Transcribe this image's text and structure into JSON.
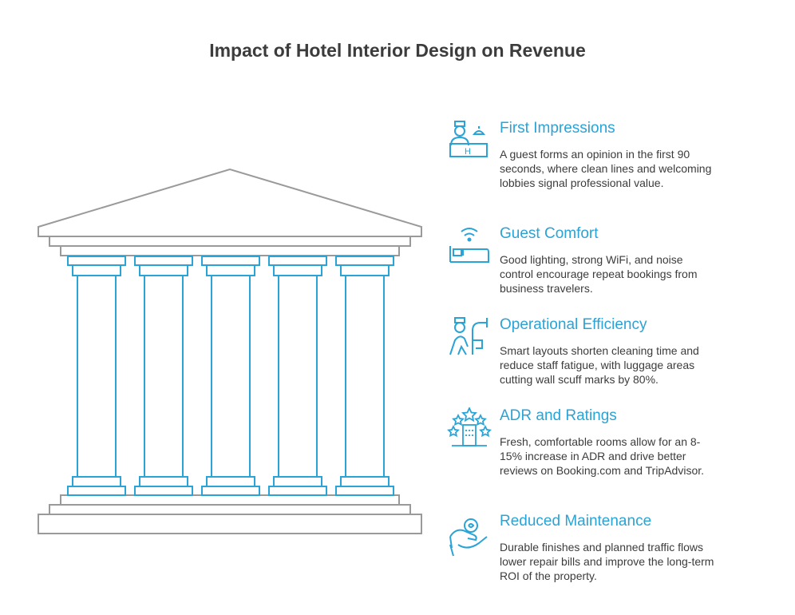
{
  "title": "Impact of Hotel Interior Design on Revenue",
  "colors": {
    "accent": "#2aa3d6",
    "structure": "#9a9a9a",
    "text": "#3c3c3c"
  },
  "items": [
    {
      "heading": "First Impressions",
      "description": "A guest forms an opinion in the first 90 seconds, where clean lines and welcoming lobbies signal professional value.",
      "icon": "hotel-reception-icon"
    },
    {
      "heading": "Guest Comfort",
      "description": "Good lighting, strong WiFi, and noise control encourage repeat bookings from business travelers.",
      "icon": "bed-wifi-icon"
    },
    {
      "heading": "Operational Efficiency",
      "description": "Smart layouts shorten cleaning time and reduce staff fatigue, with luggage areas cutting wall scuff marks by 80%.",
      "icon": "staff-cleaning-icon"
    },
    {
      "heading": "ADR and Ratings",
      "description": "Fresh, comfortable rooms allow for an 8-15% increase in ADR and drive better reviews on Booking.com and TripAdvisor.",
      "icon": "hotel-stars-icon"
    },
    {
      "heading": "Reduced Maintenance",
      "description": "Durable finishes and planned traffic flows lower repair bills and improve the long-term ROI of the property.",
      "icon": "hand-coin-icon"
    }
  ]
}
